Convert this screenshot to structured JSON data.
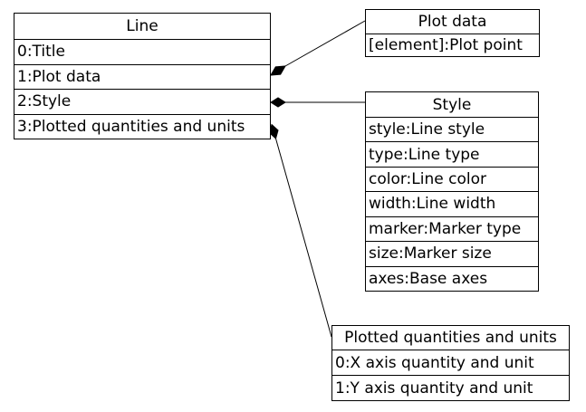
{
  "diagram": {
    "colors": {
      "background": "#ffffff",
      "border": "#000000",
      "text": "#000000",
      "edge": "#000000"
    },
    "boxes": {
      "line": {
        "title": "Line",
        "rows": [
          "0:Title",
          "1:Plot data",
          "2:Style",
          "3:Plotted quantities and units"
        ]
      },
      "plot_data": {
        "title": "Plot data",
        "rows": [
          "[element]:Plot point"
        ]
      },
      "style": {
        "title": "Style",
        "rows": [
          "style:Line style",
          "type:Line type",
          "color:Line color",
          "width:Line width",
          "marker:Marker type",
          "size:Marker size",
          "axes:Base axes"
        ]
      },
      "plotted_quantities": {
        "title": "Plotted quantities and units",
        "rows": [
          "0:X axis quantity and unit",
          "1:Y axis quantity and unit"
        ]
      }
    },
    "edges": [
      {
        "from": "Line / 1:Plot data",
        "to": "Plot data",
        "connector": "filled-diamond"
      },
      {
        "from": "Line / 2:Style",
        "to": "Style",
        "connector": "filled-diamond"
      },
      {
        "from": "Line / 3:Plotted quantities and units",
        "to": "Plotted quantities and units",
        "connector": "filled-diamond"
      }
    ]
  }
}
